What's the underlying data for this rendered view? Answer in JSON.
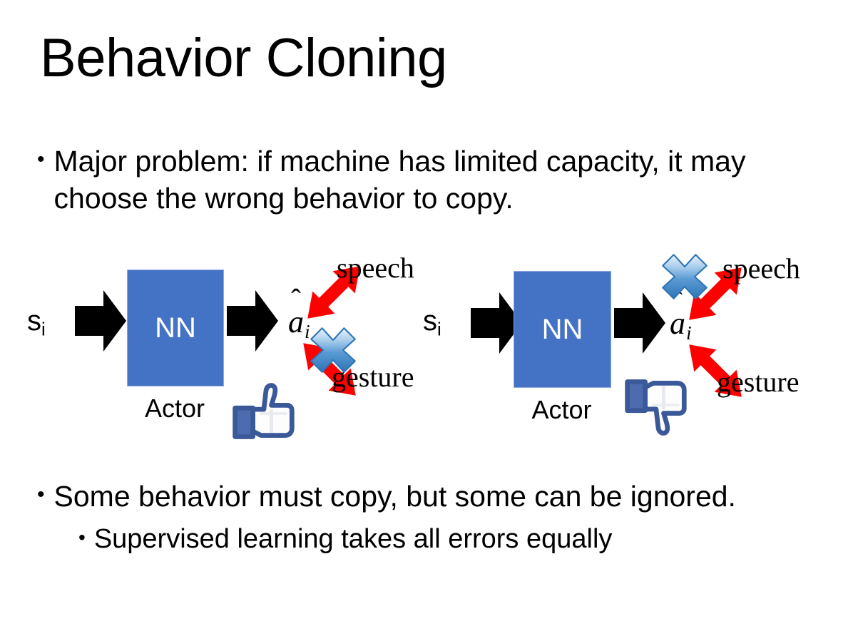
{
  "slide": {
    "title": "Behavior Cloning",
    "background_color": "#FFFFFF",
    "bullet_glyph": "•"
  },
  "bullets": {
    "top": "Major problem: if machine has limited capacity, it may choose the wrong behavior to copy.",
    "bottom_level1": "Some behavior must copy, but some can be ignored.",
    "bottom_level2": "Supervised learning takes all errors equally"
  },
  "colors": {
    "nn_box_fill": "#4472C4",
    "nn_box_border": "#8FAADC",
    "nn_text": "#FFFFFF",
    "arrow_black": "#000000",
    "arrow_red": "#FF0000",
    "x_mark_light": "#BDD7EE",
    "x_mark_dark": "#2E75B6",
    "hand_outline": "#3B5998",
    "hand_fill": "#FFFFFF",
    "hand_cuff": "#4D6CB0",
    "text": "#000000"
  },
  "diagrams": [
    {
      "id": "left",
      "state_label": "s",
      "state_subscript": "i",
      "nn_label": "NN",
      "actor_label": "Actor",
      "action_label": "a",
      "action_subscript": "i",
      "action_hat": "̂",
      "output_top": "speech",
      "output_bottom": "gesture",
      "crossed_out": "gesture",
      "feedback_icon": "thumbs-up-icon",
      "feedback_sentiment": "positive"
    },
    {
      "id": "right",
      "state_label": "s",
      "state_subscript": "i",
      "nn_label": "NN",
      "actor_label": "Actor",
      "action_label": "a",
      "action_subscript": "i",
      "action_hat": "̂",
      "output_top": "speech",
      "output_bottom": "gesture",
      "crossed_out": "speech",
      "feedback_icon": "thumbs-down-icon",
      "feedback_sentiment": "negative"
    }
  ]
}
